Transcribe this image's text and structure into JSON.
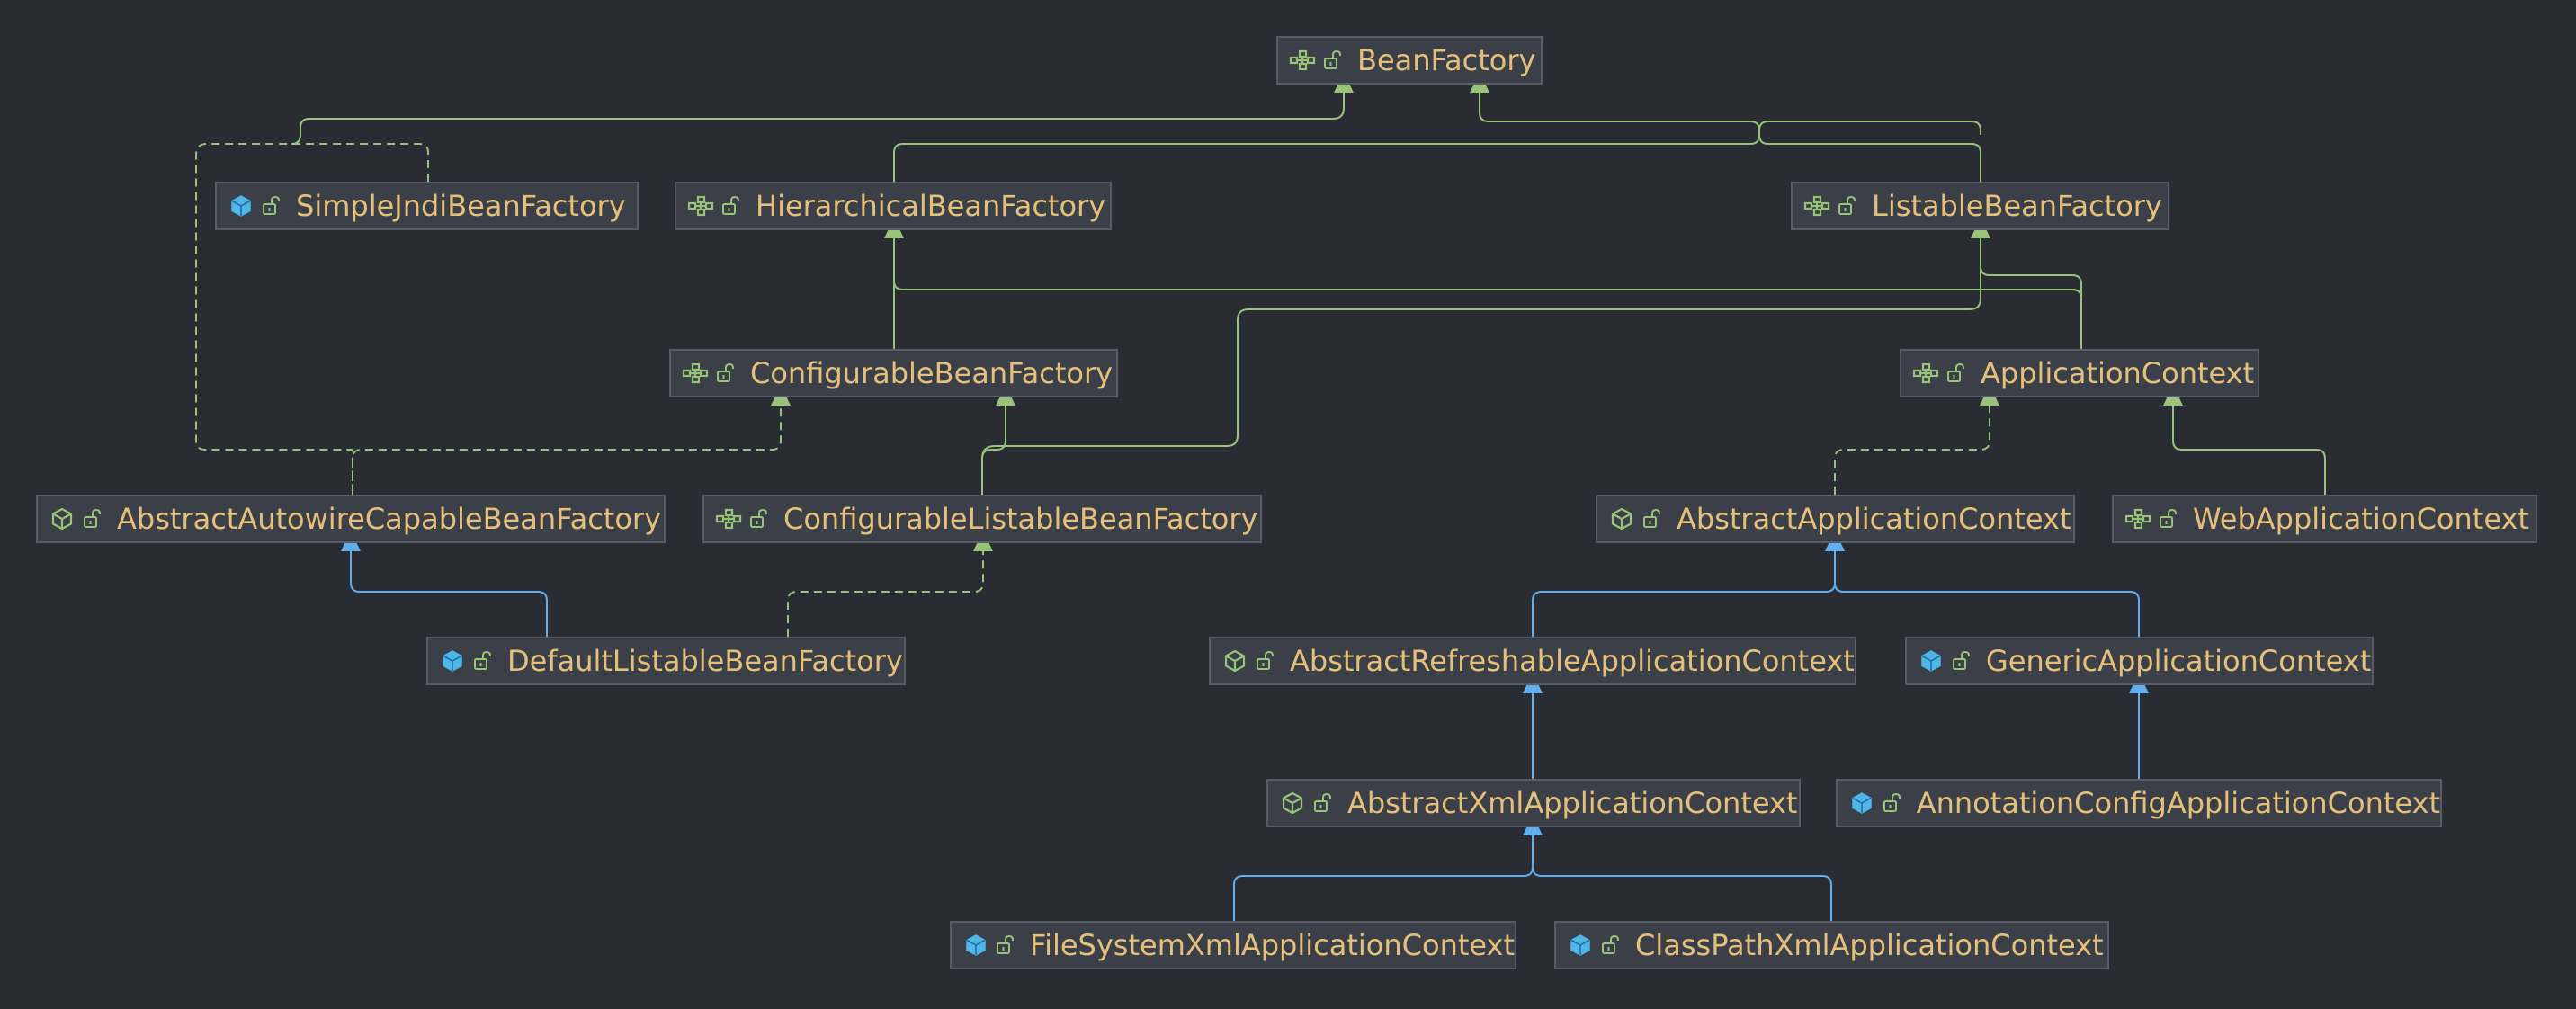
{
  "colors": {
    "background": "#292c33",
    "node_fill": "#3b3f47",
    "node_border": "#575c66",
    "label": "#e5c07b",
    "interface_edge": "#98c379",
    "class_edge": "#61afef",
    "interface_icon": "#98c379",
    "class_icon": "#4fb6e8"
  },
  "icons": {
    "interface": "interface-icon",
    "abstract_class": "abstract-class-icon",
    "class": "class-icon",
    "access": "unlocked-icon"
  },
  "nodes": [
    {
      "id": "bean-factory",
      "label": "BeanFactory",
      "kind": "interface"
    },
    {
      "id": "simple-jndi-bean-factory",
      "label": "SimpleJndiBeanFactory",
      "kind": "class"
    },
    {
      "id": "hierarchical-bean-factory",
      "label": "HierarchicalBeanFactory",
      "kind": "interface"
    },
    {
      "id": "listable-bean-factory",
      "label": "ListableBeanFactory",
      "kind": "interface"
    },
    {
      "id": "configurable-bean-factory",
      "label": "ConfigurableBeanFactory",
      "kind": "interface"
    },
    {
      "id": "application-context",
      "label": "ApplicationContext",
      "kind": "interface"
    },
    {
      "id": "abstract-autowire-capable-bean-factory",
      "label": "AbstractAutowireCapableBeanFactory",
      "kind": "abstract_class"
    },
    {
      "id": "configurable-listable-bean-factory",
      "label": "ConfigurableListableBeanFactory",
      "kind": "interface"
    },
    {
      "id": "abstract-application-context",
      "label": "AbstractApplicationContext",
      "kind": "abstract_class"
    },
    {
      "id": "web-application-context",
      "label": "WebApplicationContext",
      "kind": "interface"
    },
    {
      "id": "default-listable-bean-factory",
      "label": "DefaultListableBeanFactory",
      "kind": "class"
    },
    {
      "id": "abstract-refreshable-application-context",
      "label": "AbstractRefreshableApplicationContext",
      "kind": "abstract_class"
    },
    {
      "id": "generic-application-context",
      "label": "GenericApplicationContext",
      "kind": "class"
    },
    {
      "id": "abstract-xml-application-context",
      "label": "AbstractXmlApplicationContext",
      "kind": "abstract_class"
    },
    {
      "id": "annotation-config-application-context",
      "label": "AnnotationConfigApplicationContext",
      "kind": "class"
    },
    {
      "id": "file-system-xml-application-context",
      "label": "FileSystemXmlApplicationContext",
      "kind": "class"
    },
    {
      "id": "class-path-xml-application-context",
      "label": "ClassPathXmlApplicationContext",
      "kind": "class"
    }
  ],
  "edges": [
    {
      "id": "simple-jndi-implements-bean-factory",
      "from": "simple-jndi-bean-factory",
      "to": "bean-factory",
      "relation": "implements"
    },
    {
      "id": "hierarchical-extends-bean-factory",
      "from": "hierarchical-bean-factory",
      "to": "bean-factory",
      "relation": "extends-interface"
    },
    {
      "id": "listable-extends-bean-factory",
      "from": "listable-bean-factory",
      "to": "bean-factory",
      "relation": "extends-interface"
    },
    {
      "id": "configurable-extends-hierarchical",
      "from": "configurable-bean-factory",
      "to": "hierarchical-bean-factory",
      "relation": "extends-interface"
    },
    {
      "id": "app-context-extends-hierarchical",
      "from": "application-context",
      "to": "hierarchical-bean-factory",
      "relation": "extends-interface"
    },
    {
      "id": "app-context-extends-listable",
      "from": "application-context",
      "to": "listable-bean-factory",
      "relation": "extends-interface"
    },
    {
      "id": "autowire-implements-configurable",
      "from": "abstract-autowire-capable-bean-factory",
      "to": "configurable-bean-factory",
      "relation": "implements"
    },
    {
      "id": "conf-listable-extends-configurable",
      "from": "configurable-listable-bean-factory",
      "to": "configurable-bean-factory",
      "relation": "extends-interface"
    },
    {
      "id": "conf-listable-extends-listable",
      "from": "configurable-listable-bean-factory",
      "to": "listable-bean-factory",
      "relation": "extends-interface"
    },
    {
      "id": "abstract-app-context-implements-app-context",
      "from": "abstract-application-context",
      "to": "application-context",
      "relation": "implements"
    },
    {
      "id": "web-app-context-extends-app-context",
      "from": "web-application-context",
      "to": "application-context",
      "relation": "extends-interface"
    },
    {
      "id": "default-listable-extends-autowire",
      "from": "default-listable-bean-factory",
      "to": "abstract-autowire-capable-bean-factory",
      "relation": "extends-class"
    },
    {
      "id": "default-listable-implements-conf-listable",
      "from": "default-listable-bean-factory",
      "to": "configurable-listable-bean-factory",
      "relation": "implements"
    },
    {
      "id": "refreshable-extends-abstract-app-context",
      "from": "abstract-refreshable-application-context",
      "to": "abstract-application-context",
      "relation": "extends-class"
    },
    {
      "id": "generic-extends-abstract-app-context",
      "from": "generic-application-context",
      "to": "abstract-application-context",
      "relation": "extends-class"
    },
    {
      "id": "xml-extends-refreshable",
      "from": "abstract-xml-application-context",
      "to": "abstract-refreshable-application-context",
      "relation": "extends-class"
    },
    {
      "id": "annotation-extends-generic",
      "from": "annotation-config-application-context",
      "to": "generic-application-context",
      "relation": "extends-class"
    },
    {
      "id": "filesystem-extends-xml",
      "from": "file-system-xml-application-context",
      "to": "abstract-xml-application-context",
      "relation": "extends-class"
    },
    {
      "id": "classpath-extends-xml",
      "from": "class-path-xml-application-context",
      "to": "abstract-xml-application-context",
      "relation": "extends-class"
    }
  ]
}
